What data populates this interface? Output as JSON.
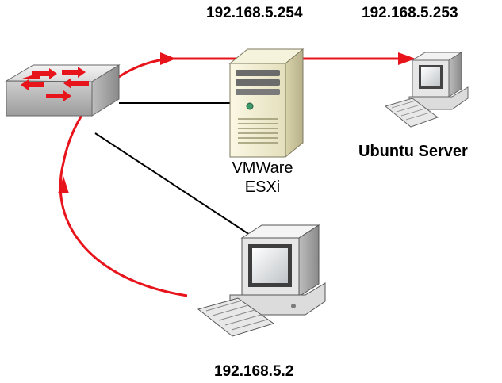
{
  "labels": {
    "esxi_ip": "192.168.5.254",
    "ubuntu_ip": "192.168.5.253",
    "client_ip": "192.168.5.2",
    "ubuntu_name": "Ubuntu Server",
    "esxi_name_line1": "VMWare",
    "esxi_name_line2": "ESXi"
  },
  "icons": {
    "switch": "network-switch-icon",
    "server": "tower-server-icon",
    "ubuntu": "desktop-computer-icon",
    "client": "desktop-computer-icon"
  },
  "colors": {
    "arrow": "#e8141c",
    "link": "#000000",
    "switch_arrows": "#e8141c"
  }
}
